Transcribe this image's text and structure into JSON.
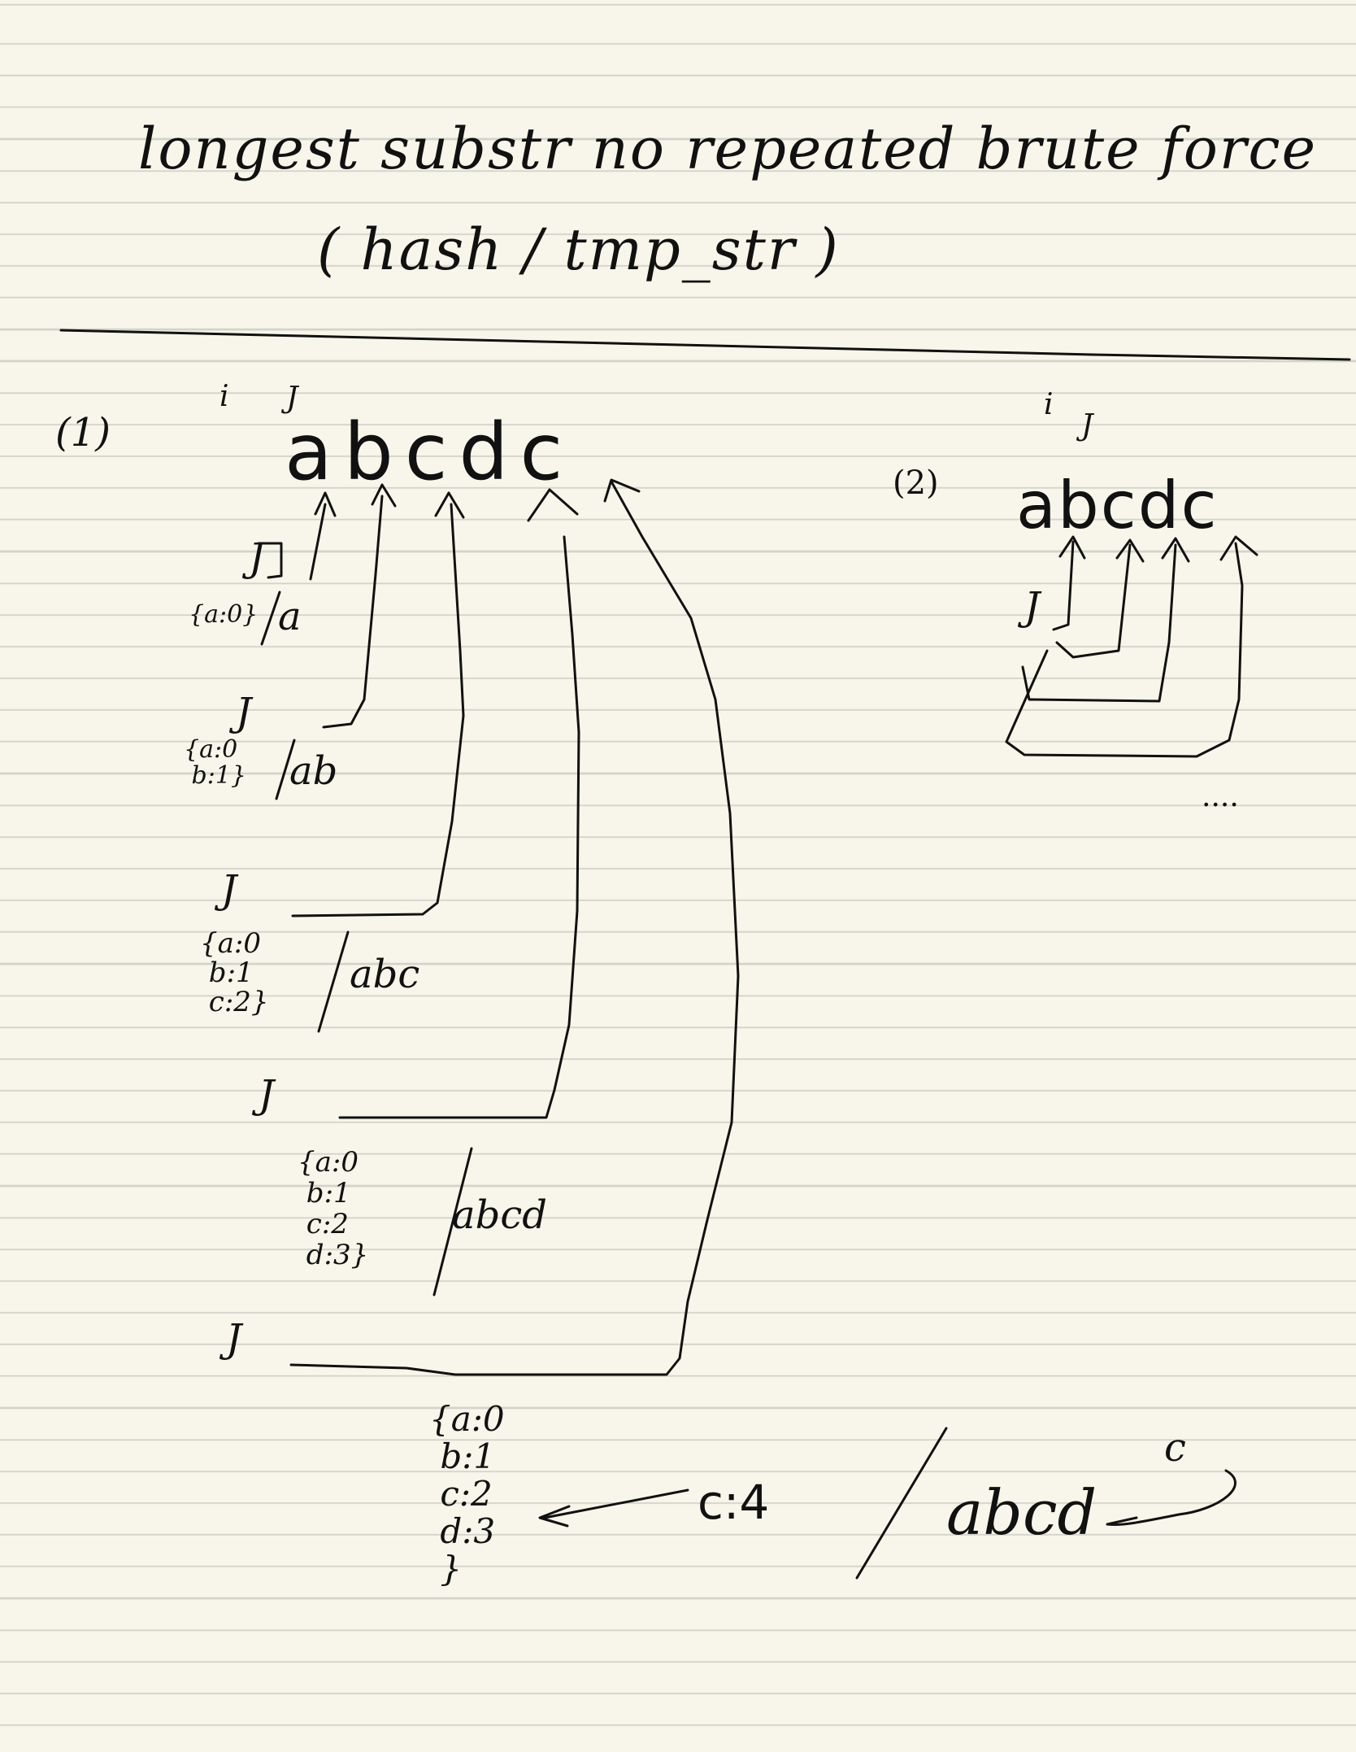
{
  "note": {
    "title_line1": "longest substr no repeated brute force",
    "title_line2": "( hash / tmp_str )",
    "section1": {
      "number": "(1)",
      "pointer_i": "i",
      "pointer_j": "J",
      "string": "abcdc",
      "steps": [
        {
          "pointer": "J",
          "map": "{a:0}",
          "substr": "a"
        },
        {
          "pointer": "J",
          "map": "{a:0\n b:1}",
          "substr": "ab"
        },
        {
          "pointer": "J",
          "map": "{a:0\n b:1\n c:2}",
          "substr": "abc"
        },
        {
          "pointer": "J",
          "map": "{a:0\n b:1\n c:2\n d:3}",
          "substr": "abcd"
        },
        {
          "pointer": "J",
          "map": "{a:0\n b:1\n c:2\n d:3\n }",
          "update": "c:4",
          "substr": "abcd",
          "arrow_char": "c"
        }
      ]
    },
    "section2": {
      "number": "(2)",
      "pointer_i": "i",
      "pointer_j": "J",
      "string": "abcdc",
      "pointer_j_lower": "J",
      "ellipsis": "...."
    }
  }
}
